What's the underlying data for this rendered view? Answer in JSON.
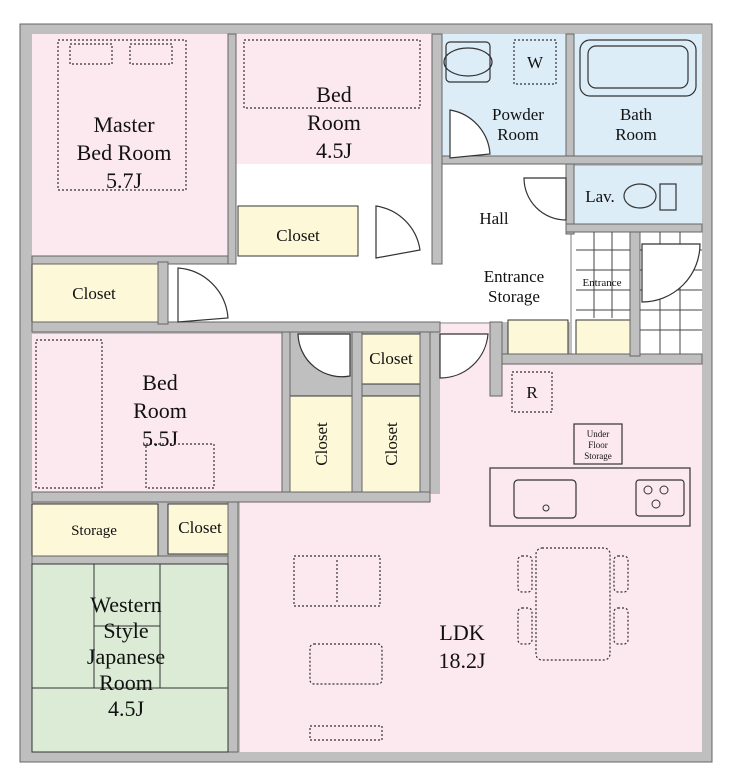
{
  "rooms": {
    "master": {
      "lines": [
        "Master",
        "Bed Room",
        "5.7J"
      ]
    },
    "bed45": {
      "lines": [
        "Bed",
        "Room",
        "4.5J"
      ]
    },
    "bed55": {
      "lines": [
        "Bed",
        "Room",
        "5.5J"
      ]
    },
    "japanese": {
      "lines": [
        "Western",
        "Style",
        "Japanese",
        "Room",
        "4.5J"
      ]
    },
    "ldk": {
      "lines": [
        "LDK",
        "18.2J"
      ]
    },
    "powder": {
      "lines": [
        "Powder",
        "Room"
      ]
    },
    "bath": {
      "lines": [
        "Bath",
        "Room"
      ]
    },
    "lav": {
      "label": "Lav."
    },
    "hall": {
      "label": "Hall"
    },
    "entrance_storage": {
      "lines": [
        "Entrance",
        "Storage"
      ]
    },
    "entrance": {
      "label": "Entrance"
    },
    "under_floor": {
      "lines": [
        "Under",
        "Floor",
        "Storage"
      ]
    }
  },
  "storage": {
    "closet_master": "Closet",
    "closet_bed45": "Closet",
    "closet_center": "Closet",
    "closet_v1": "Closet",
    "closet_v2": "Closet",
    "closet_small": "Closet",
    "storage_left": "Storage"
  },
  "symbols": {
    "washer": "W",
    "fridge": "R"
  },
  "colors": {
    "bedroom": "#fce8ef",
    "closet": "#fdf8d8",
    "wet": "#dcedf8",
    "tatami": "#dcebd5",
    "hall": "#ffffff",
    "wall": "#bfbfbf"
  }
}
